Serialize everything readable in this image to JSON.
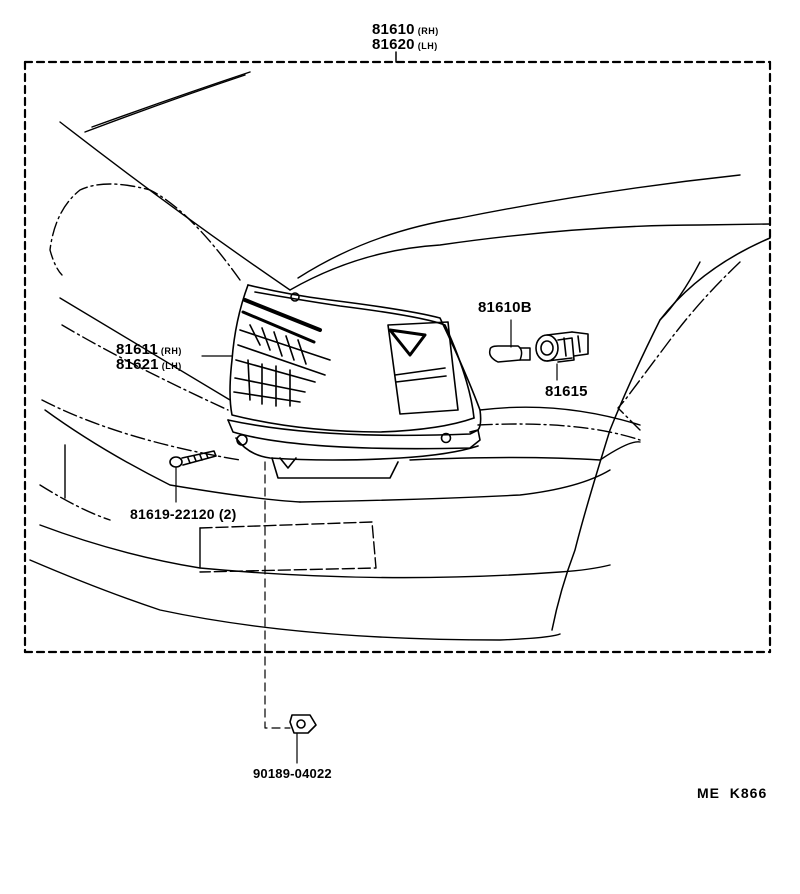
{
  "assembly": {
    "rh_part": "81610",
    "rh_suffix": "(RH)",
    "lh_part": "81620",
    "lh_suffix": "(LH)"
  },
  "lens": {
    "rh_part": "81611",
    "rh_suffix": "(RH)",
    "lh_part": "81621",
    "lh_suffix": "(LH)"
  },
  "bulb": {
    "part": "81610B"
  },
  "socket": {
    "part": "81615"
  },
  "screw": {
    "part": "81619-22120 (2)"
  },
  "nut": {
    "part": "90189-04022"
  },
  "drawing_code": "ME  K866",
  "colors": {
    "ink": "#000000",
    "paper": "#ffffff"
  }
}
